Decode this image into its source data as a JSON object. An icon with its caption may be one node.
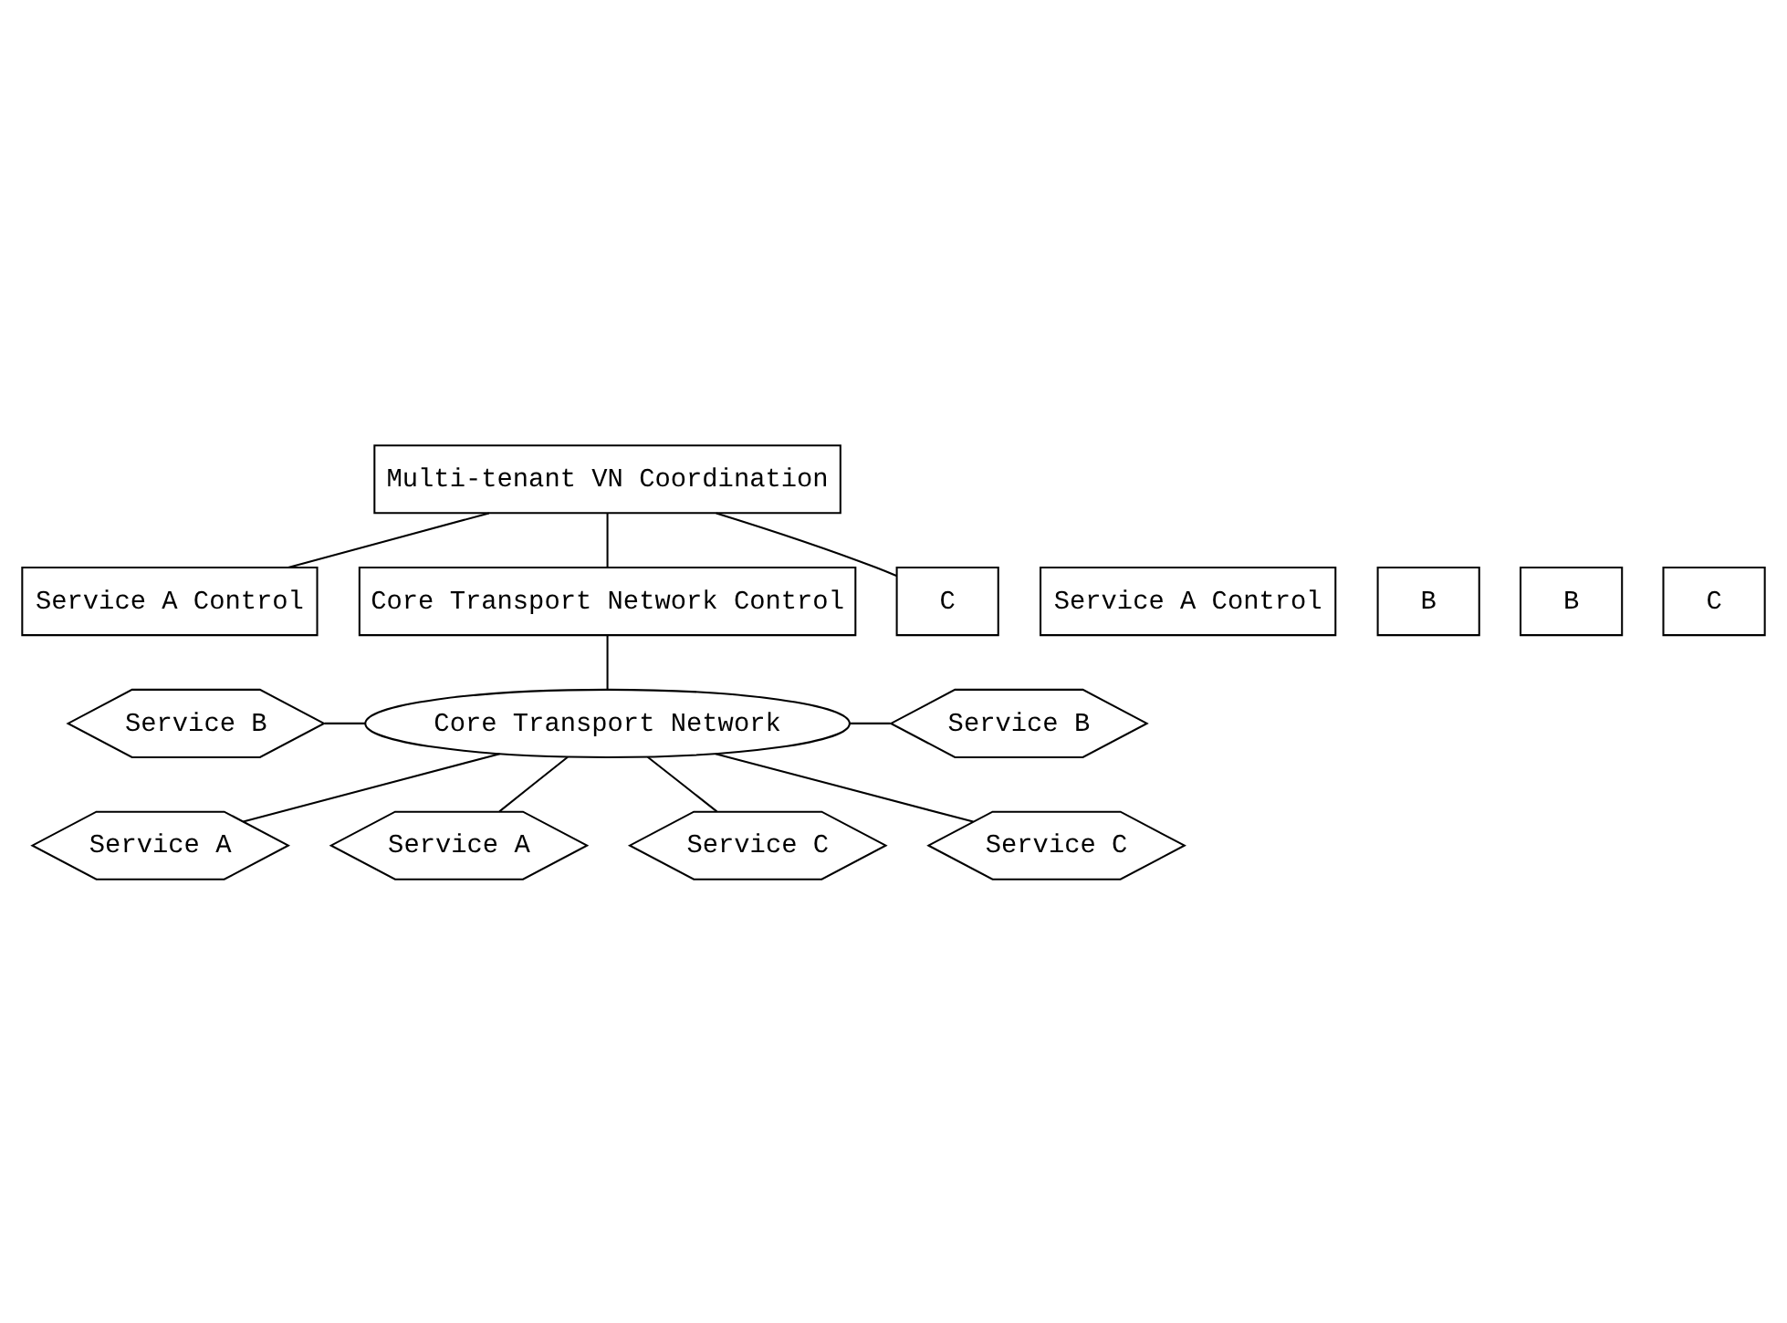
{
  "diagram": {
    "nodes": [
      {
        "text": [
          "Multi-tenant VN Coordination"
        ]
      },
      {
        "text": [
          "Service A Control"
        ]
      },
      {
        "text": [
          "B"
        ]
      },
      {
        "text": [
          "C"
        ]
      },
      {
        "text": [
          "Service A Control"
        ]
      },
      {
        "text": [
          "B"
        ]
      },
      {
        "text": [
          "C"
        ]
      },
      {
        "text": [
          "Core Transport Network Control"
        ]
      },
      {
        "text": [
          "Service A"
        ]
      },
      {
        "text": [
          "Service A"
        ]
      },
      {
        "text": [
          "Service B"
        ]
      },
      {
        "text": [
          "Core Transport Network"
        ]
      },
      {
        "text": [
          "Service B"
        ]
      },
      {
        "text": [
          "Service C"
        ]
      },
      {
        "text": [
          "Service C"
        ]
      }
    ],
    "edges": [
      {
        "from": 3,
        "to": 0,
        "arrow": "none"
      },
      {
        "from": 0,
        "to": 4,
        "arrow": "none"
      },
      {
        "from": 0,
        "to": 7,
        "arrow": "none"
      },
      {
        "from": 7,
        "to": 11,
        "arrow": "none"
      },
      {
        "from": 11,
        "to": 8,
        "arrow": "none"
      },
      {
        "from": 11,
        "to": 9,
        "arrow": "none"
      },
      {
        "from": 10,
        "to": 11,
        "arrow": "none"
      },
      {
        "from": 11,
        "to": 12,
        "arrow": "none"
      },
      {
        "from": 11,
        "to": 13,
        "arrow": "none"
      },
      {
        "from": 11,
        "to": 14,
        "arrow": "none"
      }
    ]
  }
}
